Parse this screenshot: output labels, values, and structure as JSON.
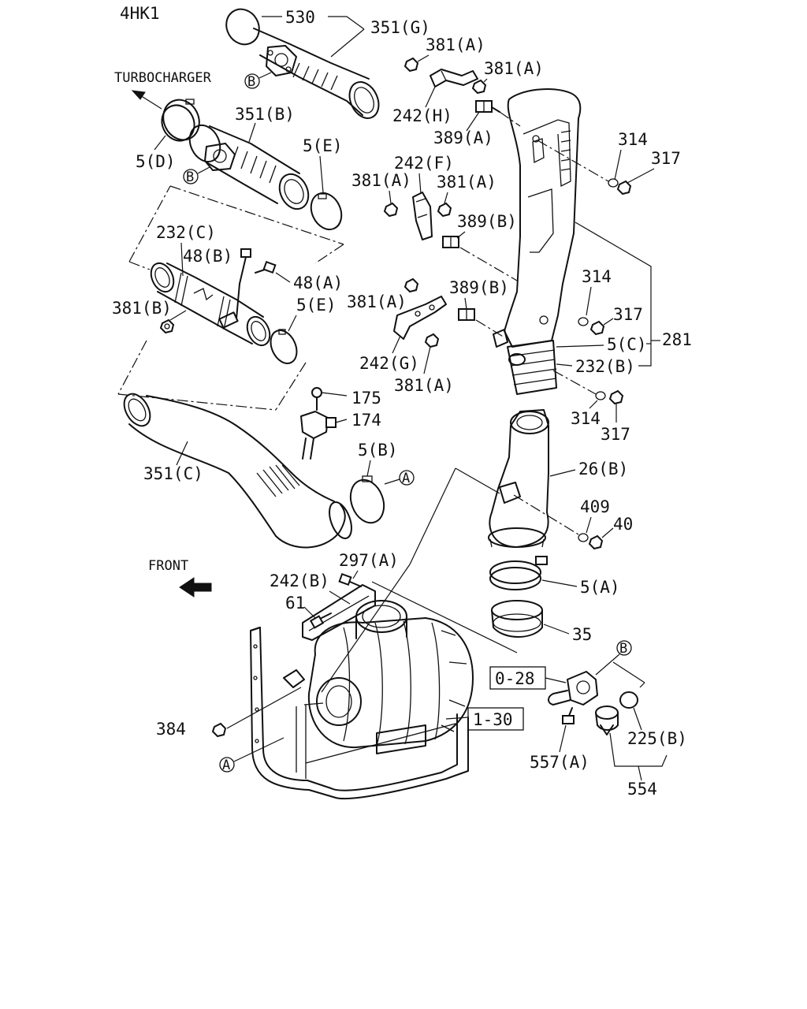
{
  "engine_model": "4HK1",
  "direction_labels": {
    "turbocharger": "TURBOCHARGER",
    "front": "FRONT"
  },
  "reference_markers": {
    "a": "A",
    "b": "B"
  },
  "reference_boxes": {
    "ref_0_28": "0-28",
    "ref_1_30": "1-30"
  },
  "callouts": {
    "p530": "530",
    "p351g": "351(G)",
    "p381a_1": "381(A)",
    "p381a_2": "381(A)",
    "p242h": "242(H)",
    "p389a": "389(A)",
    "p314_1": "314",
    "p317_1": "317",
    "p351b": "351(B)",
    "p5d": "5(D)",
    "p5e_1": "5(E)",
    "p242f": "242(F)",
    "p381a_3": "381(A)",
    "p381a_4": "381(A)",
    "p389b_1": "389(B)",
    "p232c": "232(C)",
    "p48b": "48(B)",
    "p48a": "48(A)",
    "p381b": "381(B)",
    "p5e_2": "5(E)",
    "p381a_5": "381(A)",
    "p389b_2": "389(B)",
    "p314_2": "314",
    "p317_2": "317",
    "p5c": "5(C)",
    "p281": "281",
    "p232b": "232(B)",
    "p242g": "242(G)",
    "p381a_6": "381(A)",
    "p175": "175",
    "p174": "174",
    "p314_3": "314",
    "p317_3": "317",
    "p5b": "5(B)",
    "p351c": "351(C)",
    "p26b": "26(B)",
    "p409": "409",
    "p40": "40",
    "p297a": "297(A)",
    "p242b": "242(B)",
    "p61": "61",
    "p5a": "5(A)",
    "p35": "35",
    "p384": "384",
    "p225b": "225(B)",
    "p557a": "557(A)",
    "p554": "554"
  }
}
